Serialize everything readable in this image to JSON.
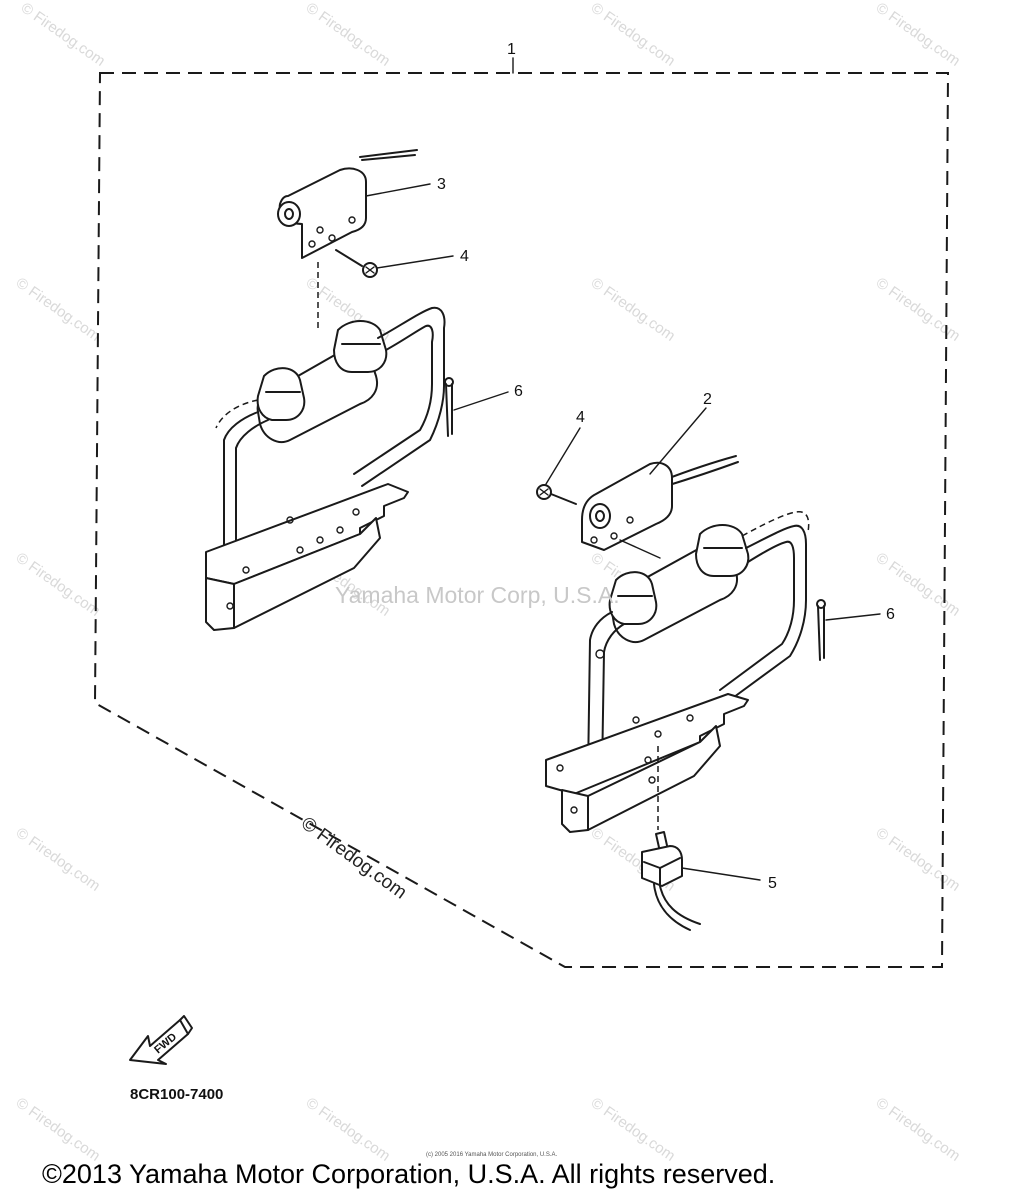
{
  "callouts": {
    "c1": "1",
    "c2": "2",
    "c3": "3",
    "c4a": "4",
    "c4b": "4",
    "c5": "5",
    "c6a": "6",
    "c6b": "6"
  },
  "watermark": {
    "tile": "© Firedog.com",
    "center": "Yamaha Motor Corp, U.S.A.",
    "main": "© Firedog.com"
  },
  "fwd_label": "FWD",
  "part_code": "8CR100-7400",
  "tiny_notice": "(c) 2005 2016 Yamaha Motor Corporation, U.S.A.",
  "copyright": "©2013 Yamaha Motor Corporation, U.S.A. All rights reserved."
}
